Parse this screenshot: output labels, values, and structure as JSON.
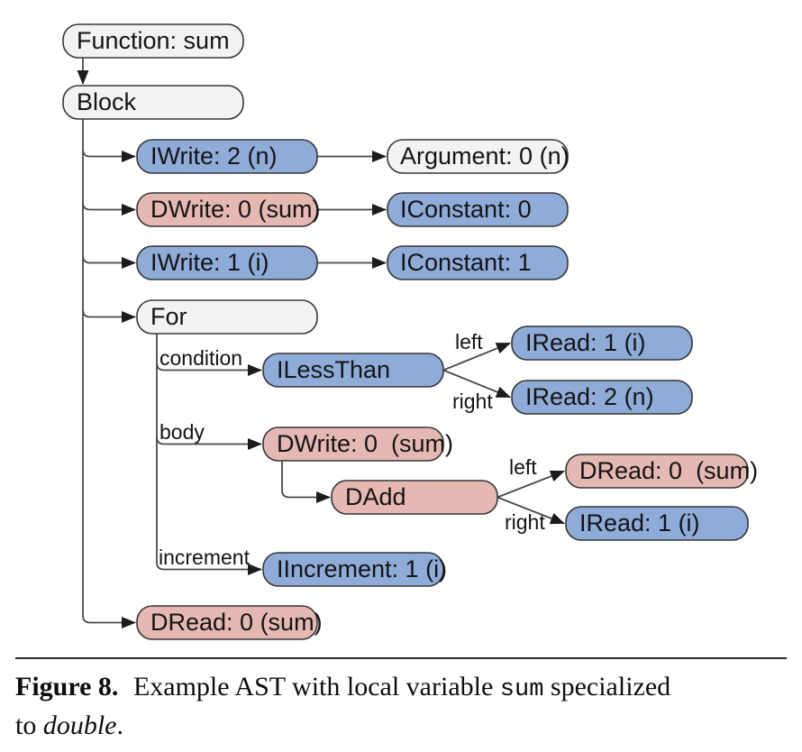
{
  "diagram": {
    "colors": {
      "plain": "#f3f4f2",
      "int": "#8fabd8",
      "double": "#e5b8b3"
    },
    "nodes": {
      "function": {
        "label": "Function: sum"
      },
      "block": {
        "label": "Block"
      },
      "iwrite2": {
        "label": "IWrite: 2 (n)"
      },
      "argument": {
        "label": "Argument: 0 (n)"
      },
      "dwrite0": {
        "label": "DWrite: 0 (sum)"
      },
      "iconstant0": {
        "label": "IConstant: 0"
      },
      "iwrite1": {
        "label": "IWrite: 1 (i)"
      },
      "iconstant1": {
        "label": "IConstant: 1"
      },
      "for_node": {
        "label": "For"
      },
      "ilessthan": {
        "label": "ILessThan"
      },
      "iread1_cond": {
        "label": "IRead: 1 (i)"
      },
      "iread2_cond": {
        "label": "IRead: 2 (n)"
      },
      "dwrite0_body": {
        "label": "DWrite: 0  (sum)"
      },
      "dadd": {
        "label": "DAdd"
      },
      "dread0_body": {
        "label": "DRead: 0  (sum)"
      },
      "iread1_body": {
        "label": "IRead: 1 (i)"
      },
      "iincrement": {
        "label": "IIncrement: 1 (i)"
      },
      "dread0_last": {
        "label": "DRead: 0 (sum)"
      }
    },
    "edge_labels": {
      "condition": "condition",
      "body": "body",
      "increment": "increment",
      "left": "left",
      "right": "right"
    }
  },
  "caption": {
    "figure_label": "Figure 8.",
    "body_1": "Example AST with local variable ",
    "code_term": "sum",
    "body_2": " specialized",
    "line2_prefix": "to ",
    "term_italic": "double",
    "line2_suffix": "."
  }
}
